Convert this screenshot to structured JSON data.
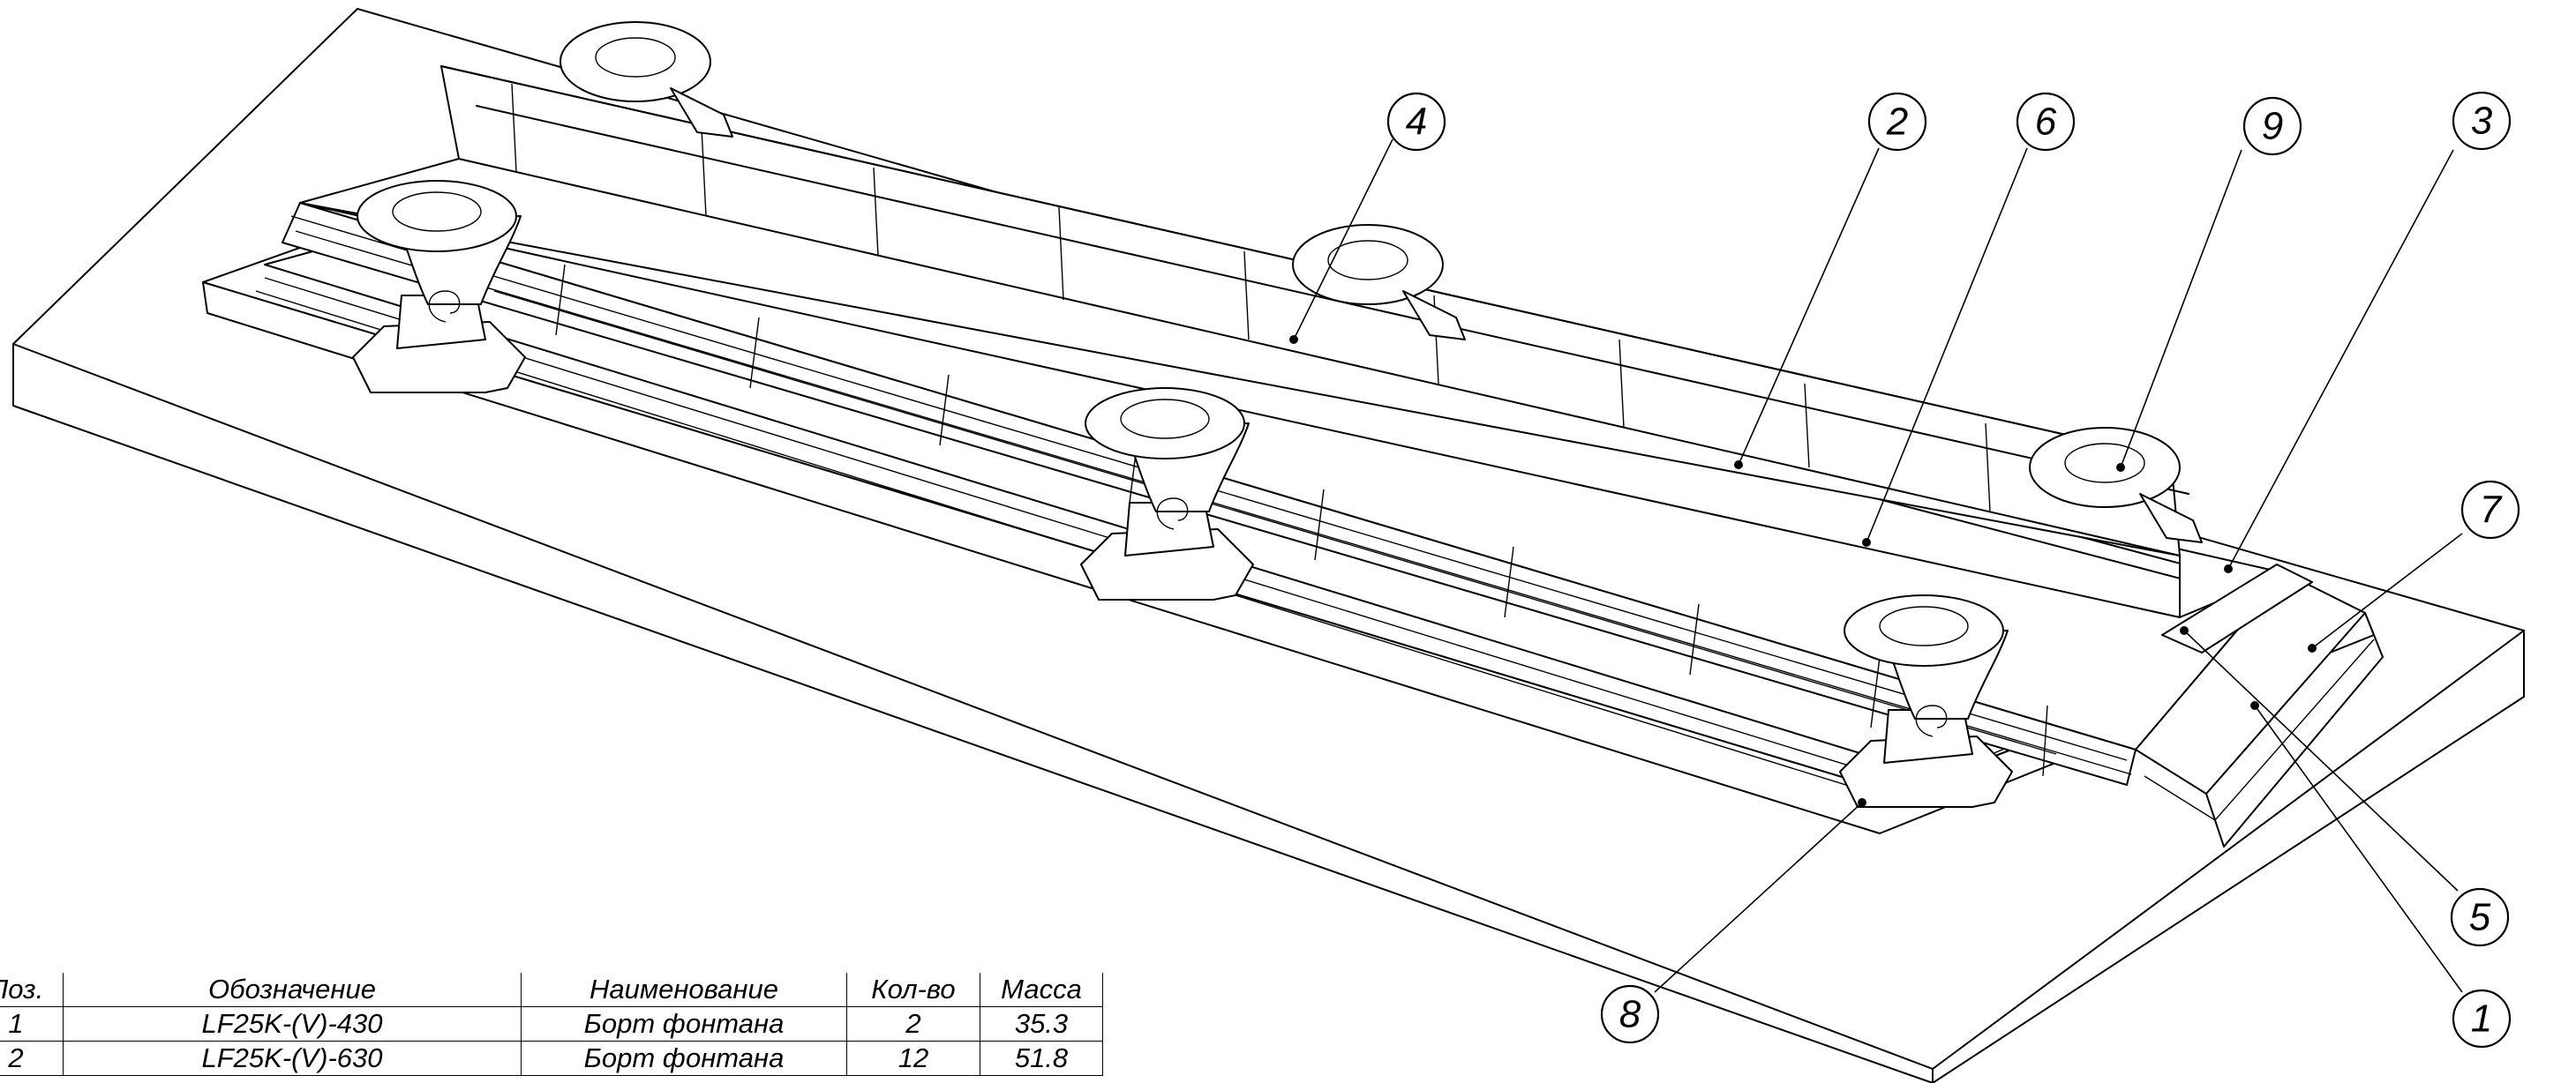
{
  "callouts": [
    {
      "num": "4"
    },
    {
      "num": "2"
    },
    {
      "num": "6"
    },
    {
      "num": "9"
    },
    {
      "num": "3"
    },
    {
      "num": "7"
    },
    {
      "num": "5"
    },
    {
      "num": "1"
    },
    {
      "num": "8"
    }
  ],
  "spec_table": {
    "headers": {
      "pos": "Поз.",
      "designation": "Обозначение",
      "name": "Наименование",
      "qty": "Кол-во",
      "mass": "Масса"
    },
    "rows": [
      {
        "pos": "1",
        "designation": "LF25K-(V)-430",
        "name": "Борт фонтана",
        "qty": "2",
        "mass": "35.3"
      },
      {
        "pos": "2",
        "designation": "LF25K-(V)-630",
        "name": "Борт фонтана",
        "qty": "12",
        "mass": "51.8"
      }
    ]
  }
}
